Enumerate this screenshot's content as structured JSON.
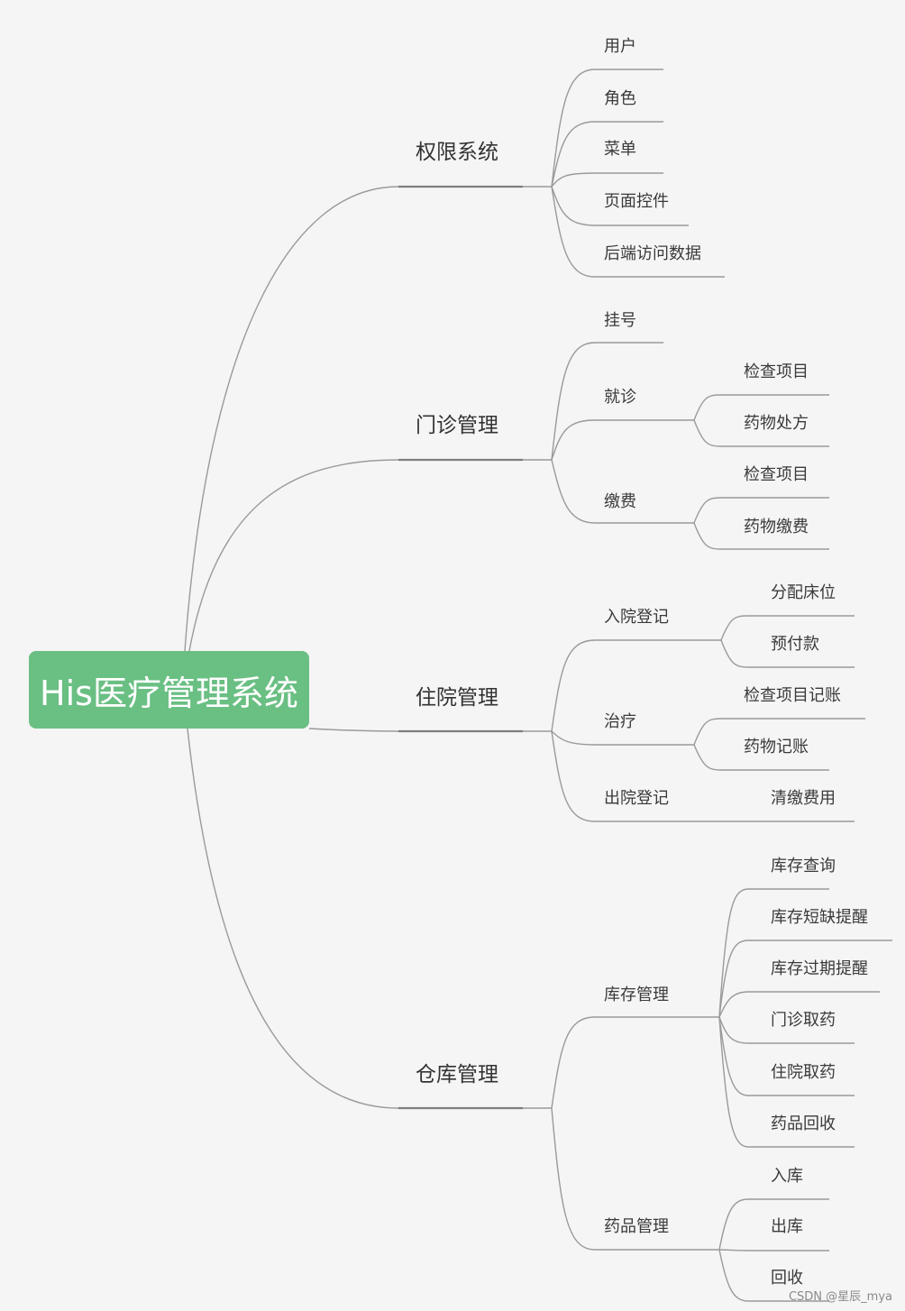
{
  "root": {
    "label": "His医疗管理系统",
    "color": "#6abf83"
  },
  "branches": [
    {
      "label": "权限系统",
      "children": [
        {
          "label": "用户",
          "children": []
        },
        {
          "label": "角色",
          "children": []
        },
        {
          "label": "菜单",
          "children": []
        },
        {
          "label": "页面控件",
          "children": []
        },
        {
          "label": "后端访问数据",
          "children": []
        }
      ]
    },
    {
      "label": "门诊管理",
      "children": [
        {
          "label": "挂号",
          "children": []
        },
        {
          "label": "就诊",
          "children": [
            "检查项目",
            "药物处方"
          ]
        },
        {
          "label": "缴费",
          "children": [
            "检查项目",
            "药物缴费"
          ]
        }
      ]
    },
    {
      "label": "住院管理",
      "children": [
        {
          "label": "入院登记",
          "children": [
            "分配床位",
            "预付款"
          ]
        },
        {
          "label": "治疗",
          "children": [
            "检查项目记账",
            "药物记账"
          ]
        },
        {
          "label": "出院登记",
          "children": [
            "清缴费用"
          ]
        }
      ]
    },
    {
      "label": "仓库管理",
      "children": [
        {
          "label": "库存管理",
          "children": [
            "库存查询",
            "库存短缺提醒",
            "库存过期提醒",
            "门诊取药",
            "住院取药",
            "药品回收"
          ]
        },
        {
          "label": "药品管理",
          "children": [
            "入库",
            "出库",
            "回收"
          ]
        }
      ]
    }
  ],
  "watermark": "CSDN @星辰_mya",
  "colors": {
    "line": "#9a9a9a",
    "background": "#f5f5f5",
    "text": "#3a3a3a"
  }
}
